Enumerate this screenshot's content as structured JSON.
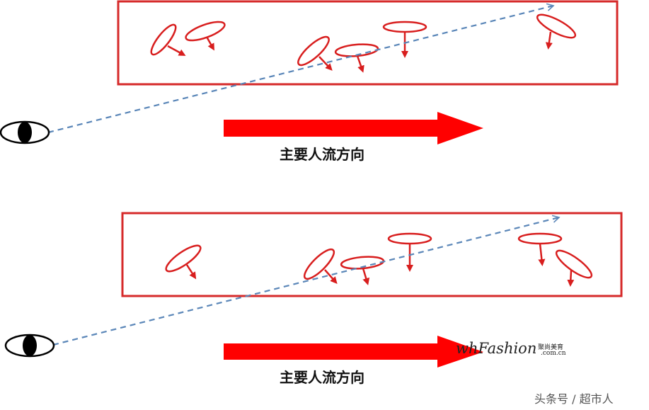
{
  "colors": {
    "frame": "#d62a2a",
    "person": "#d81e1e",
    "sightline": "#5a86b8",
    "flow_arrow": "#ff0000",
    "eye_outline": "#000000"
  },
  "panels": [
    {
      "id": "top",
      "flow_label": "主要人流方向",
      "eye_icon": "eye-icon",
      "people_icons": [
        "shopper-icon",
        "shopper-icon",
        "shopper-icon",
        "shopper-icon",
        "shopper-icon",
        "shopper-icon"
      ]
    },
    {
      "id": "bottom",
      "flow_label": "主要人流方向",
      "eye_icon": "eye-icon",
      "people_icons": [
        "shopper-icon",
        "shopper-icon",
        "shopper-icon",
        "shopper-icon",
        "shopper-icon",
        "shopper-icon"
      ]
    }
  ],
  "watermark": {
    "brand": "whFashion",
    "brand_cn": "聚尚美育",
    "domain": ".com.cn"
  },
  "footer": {
    "credit": "头条号 / 超市人"
  }
}
